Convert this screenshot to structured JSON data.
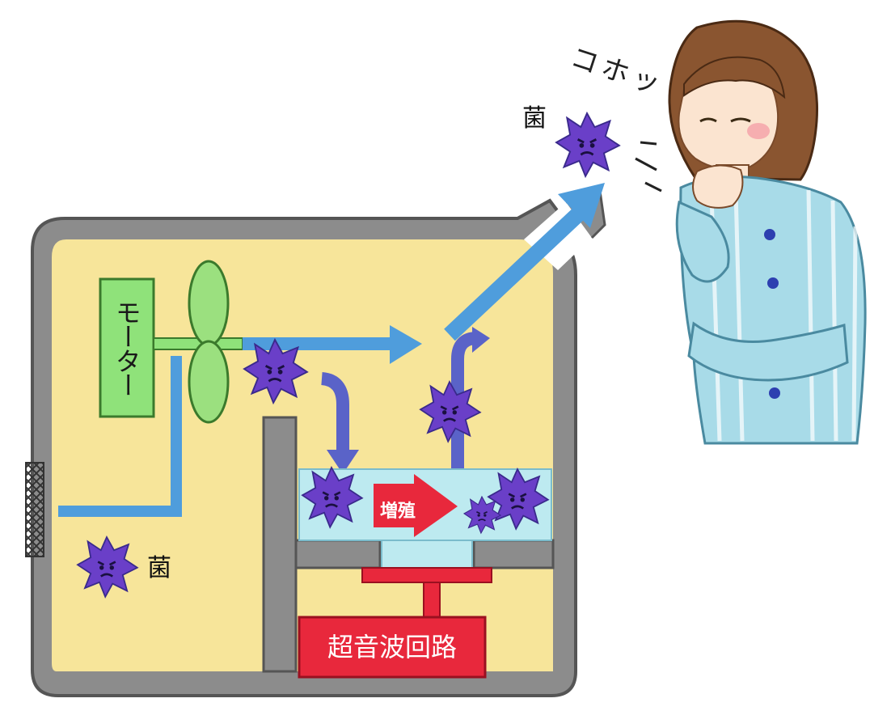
{
  "labels": {
    "motor": "モーター",
    "bacteria_top": "菌",
    "bacteria_bottom": "菌",
    "breeding": "増殖",
    "ultrasonic_circuit": "超音波回路",
    "cough": "コホッ"
  },
  "colors": {
    "housing_fill": "#f7e59a",
    "housing_wall": "#8c8c8c",
    "motor_fill": "#8fe27a",
    "fan_fill": "#9be07f",
    "airflow": "#4f9ddc",
    "germ_flow": "#5a63c8",
    "water": "#bdeaf0",
    "circuit": "#e8283c",
    "germ": "#6a3fc8",
    "shirt": "#a8dbe8"
  },
  "icons": {
    "fan": "fan-icon",
    "germ": "germ-icon",
    "vent": "vent-icon",
    "woman": "coughing-woman"
  }
}
